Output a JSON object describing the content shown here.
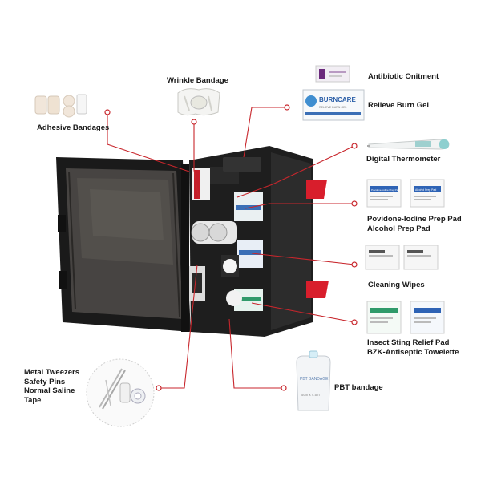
{
  "product": {
    "case_color": "#1e1e1e",
    "lid_color": "#4a4744",
    "latch_color": "#d81e2c",
    "leader_color": "#c8262c"
  },
  "labels": {
    "adhesive_bandages": "Adhesive Bandages",
    "wrinkle_bandage": "Wrinkle Bandage",
    "antibiotic_ointment": "Antibiotic Onitment",
    "relieve_burn_gel": "Relieve Burn Gel",
    "digital_thermometer": "Digital Thermometer",
    "povidone_iodine_prep_pad": "Povidone-Iodine Prep Pad",
    "alcohol_prep_pad": "Alcohol Prep Pad",
    "cleaning_wipes": "Cleaning Wipes",
    "insect_sting_relief_pad": "Insect Sting Relief Pad",
    "bzk_antiseptic_towelette": "BZK-Antiseptic Towelette",
    "pbt_bandage": "PBT bandage",
    "metal_tweezers": "Metal Tweezers",
    "safety_pins": "Safety Pins",
    "normal_saline": "Normal Saline",
    "tape": "Tape"
  },
  "packaging_text": {
    "burncare": "BURNCARE",
    "burn_gel_sub": "RELIEVE BURN GEL",
    "povidone_pad": "Povidone-Iodine Prep Pad",
    "alcohol_pad": "Alcohol Prep Pad",
    "pbt_wrapper": "PBT BANDAGE",
    "pbt_size": "5cm x 4.5m"
  }
}
